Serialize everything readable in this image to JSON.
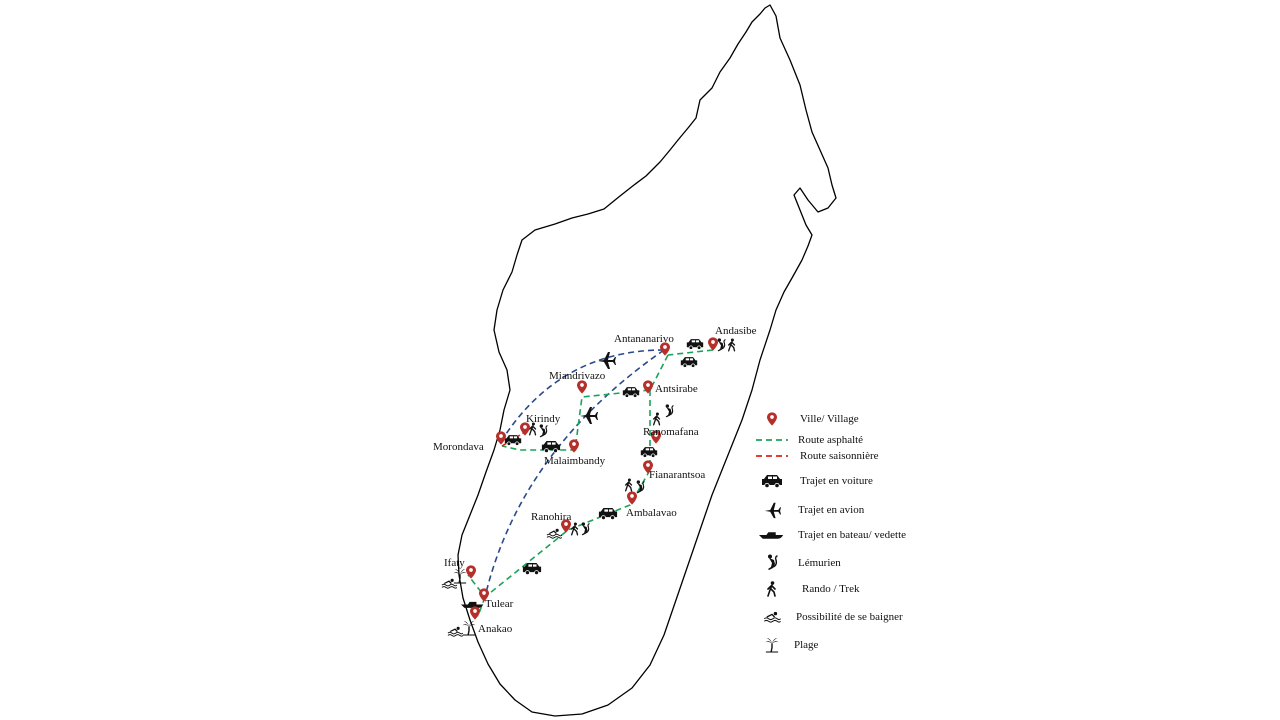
{
  "map": {
    "cities": [
      {
        "name": "Antananarivo"
      },
      {
        "name": "Andasibe"
      },
      {
        "name": "Miandrivazo"
      },
      {
        "name": "Antsirabe"
      },
      {
        "name": "Kirindy"
      },
      {
        "name": "Morondava"
      },
      {
        "name": "Malaimbandy"
      },
      {
        "name": "Ranomafana"
      },
      {
        "name": "Fianarantsoa"
      },
      {
        "name": "Ambalavao"
      },
      {
        "name": "Ranohira"
      },
      {
        "name": "Ifaty"
      },
      {
        "name": "Tulear"
      },
      {
        "name": "Anakao"
      }
    ],
    "colors": {
      "marker": "#b5302a",
      "paved_road": "#1aa35a",
      "seasonal_road": "#e0201b",
      "flight": "#2a4a8c",
      "coast": "#000000"
    }
  },
  "legend": {
    "village": "Ville/ Village",
    "paved": "Route asphalté",
    "seasonal": "Route saisonnière",
    "car": "Trajet en voiture",
    "plane": "Trajet en avion",
    "boat": "Trajet en bateau/ vedette",
    "lemur": "Lémurien",
    "trek": "Rando / Trek",
    "swim": "Possibilité de se baigner",
    "beach": "Plage"
  }
}
